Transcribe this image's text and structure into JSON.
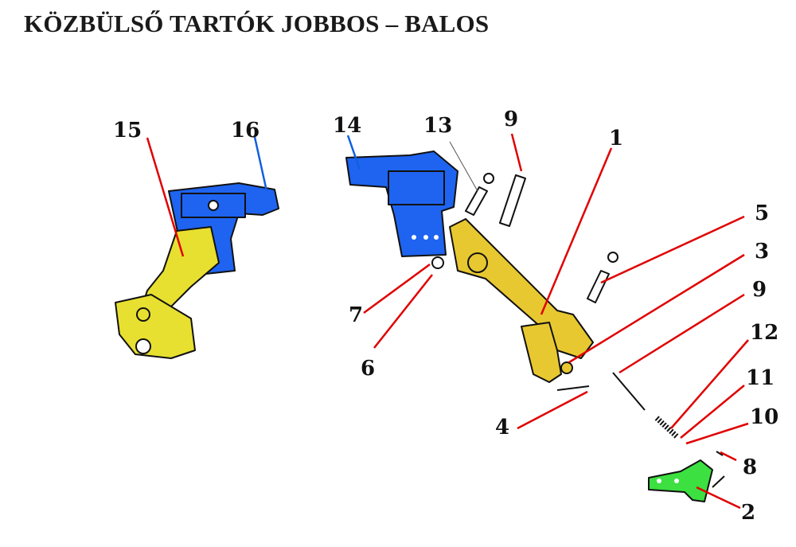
{
  "title": "KÖZBÜLSŐ TARTÓK JOBBOS – BALOS",
  "colors": {
    "leader_red": "#e00000",
    "leader_blue": "#1060e0",
    "yellow_part": "#e8e030",
    "gold_part": "#e8c830",
    "blue_part": "#1e64f0",
    "green_part": "#3ce040"
  },
  "labels": [
    "15",
    "16",
    "14",
    "13",
    "9",
    "1",
    "5",
    "3",
    "9",
    "12",
    "7",
    "6",
    "11",
    "10",
    "4",
    "8",
    "2"
  ]
}
